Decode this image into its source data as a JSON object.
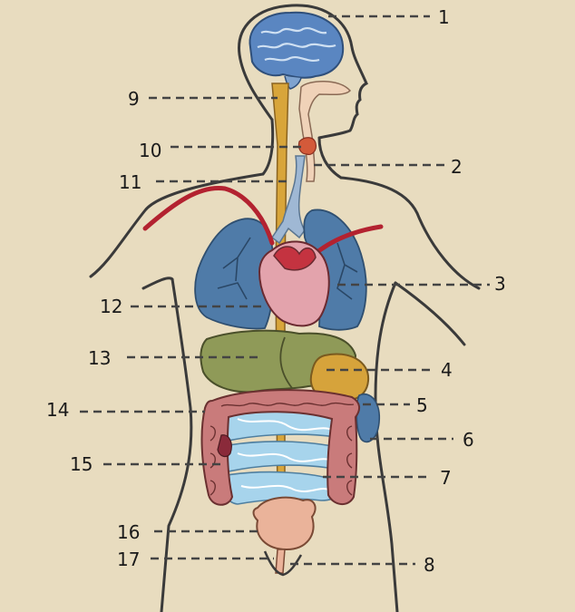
{
  "colors": {
    "background": "#e8dcbf",
    "outline": "#3a3a3a",
    "brain": "#5a86c1",
    "spine": "#d8a53a",
    "trachea": "#9fb8d4",
    "lungs": "#4f7ba8",
    "heart": "#e3a3ac",
    "artery": "#b32230",
    "liver": "#8f9a58",
    "stomach": "#d6a33b",
    "large_intestine": "#c97b7b",
    "small_intestine": "#a7d4ec",
    "bladder": "#eab39a"
  },
  "labels": [
    {
      "id": "1",
      "text": "1"
    },
    {
      "id": "2",
      "text": "2"
    },
    {
      "id": "3",
      "text": "3"
    },
    {
      "id": "4",
      "text": "4"
    },
    {
      "id": "5",
      "text": "5"
    },
    {
      "id": "6",
      "text": "6"
    },
    {
      "id": "7",
      "text": "7"
    },
    {
      "id": "8",
      "text": "8"
    },
    {
      "id": "9",
      "text": "9"
    },
    {
      "id": "10",
      "text": "10"
    },
    {
      "id": "11",
      "text": "11"
    },
    {
      "id": "12",
      "text": "12"
    },
    {
      "id": "13",
      "text": "13"
    },
    {
      "id": "14",
      "text": "14"
    },
    {
      "id": "15",
      "text": "15"
    },
    {
      "id": "16",
      "text": "16"
    },
    {
      "id": "17",
      "text": "17"
    }
  ]
}
